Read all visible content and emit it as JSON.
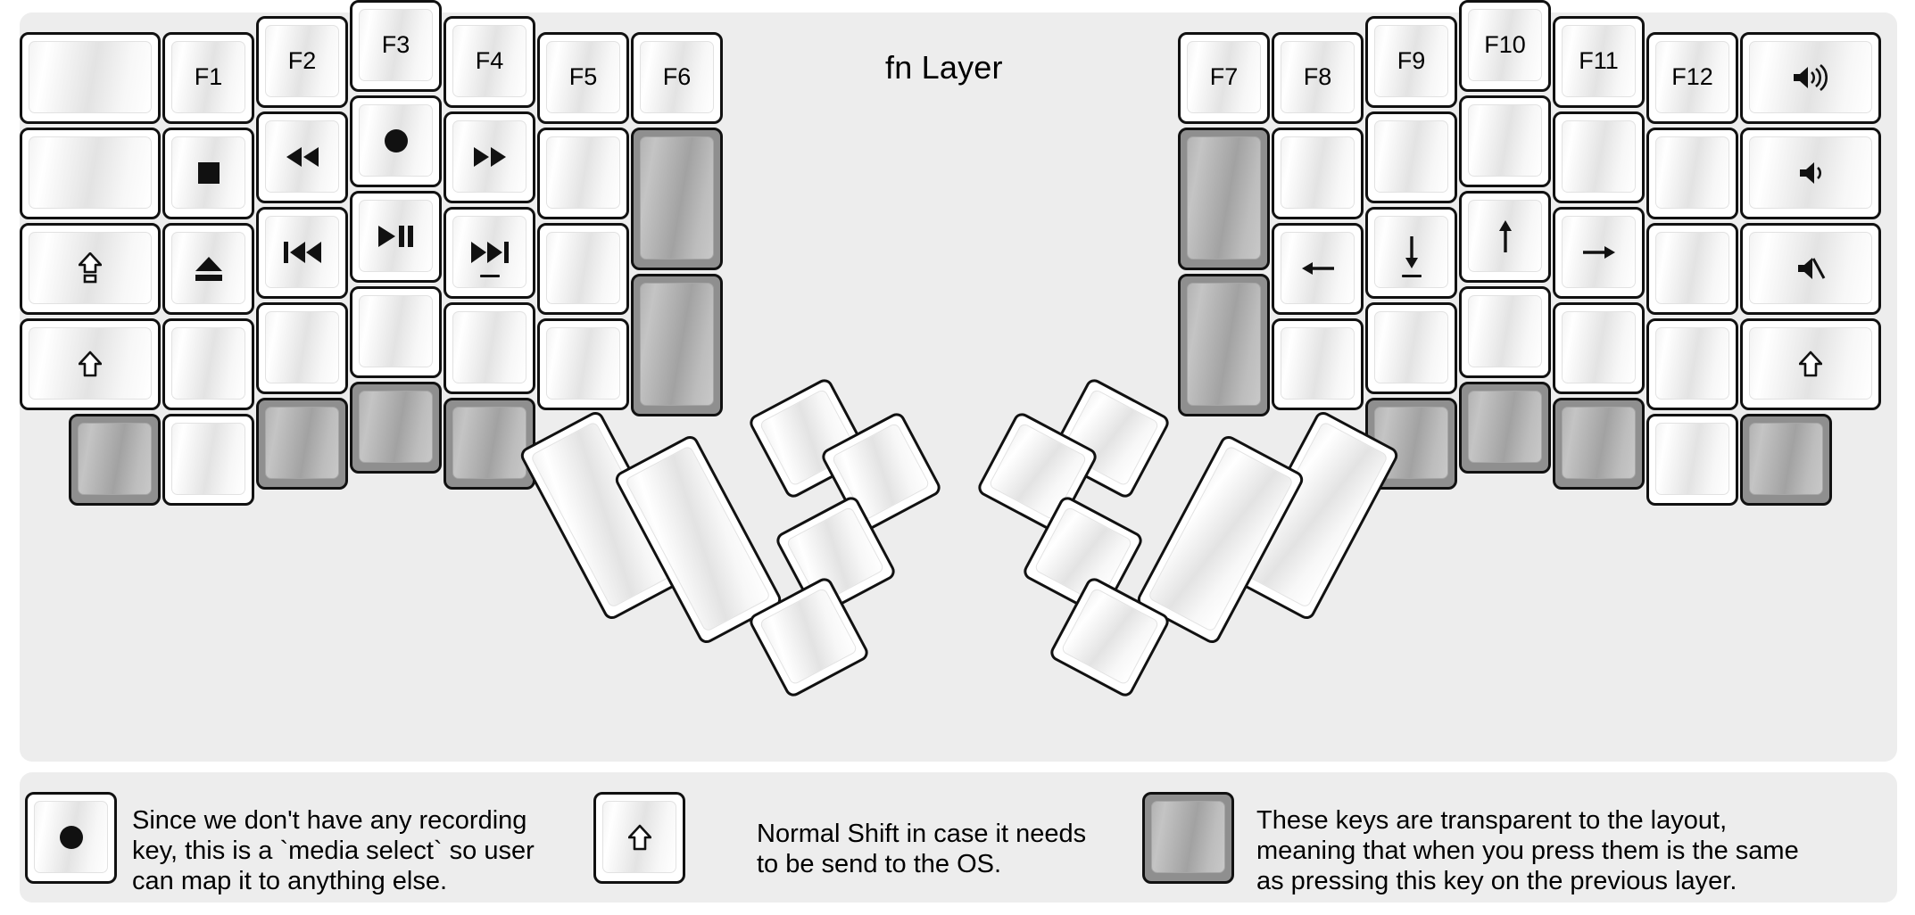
{
  "title": "fn Layer",
  "colors": {
    "background": "#ededed",
    "key_face": "#ffffff",
    "key_border": "#111111",
    "transparent_key": "#8f8f8f"
  },
  "left_half": {
    "columns": [
      {
        "name": "col-outer-left",
        "keys": [
          {
            "label": "",
            "icon": "",
            "type": "normal"
          },
          {
            "label": "",
            "icon": "",
            "type": "normal"
          },
          {
            "label": "",
            "icon": "shift-caps-icon",
            "type": "normal"
          },
          {
            "label": "",
            "icon": "shift-icon",
            "type": "normal"
          },
          {
            "label": "",
            "icon": "",
            "type": "transparent"
          }
        ]
      },
      {
        "name": "col-f1",
        "keys": [
          {
            "label": "F1",
            "icon": "",
            "type": "normal"
          },
          {
            "label": "",
            "icon": "stop-icon",
            "type": "normal"
          },
          {
            "label": "",
            "icon": "eject-icon",
            "type": "normal"
          },
          {
            "label": "",
            "icon": "",
            "type": "normal"
          },
          {
            "label": "",
            "icon": "",
            "type": "normal"
          }
        ]
      },
      {
        "name": "col-f2",
        "keys": [
          {
            "label": "F2",
            "icon": "",
            "type": "normal"
          },
          {
            "label": "",
            "icon": "rewind-icon",
            "type": "normal"
          },
          {
            "label": "",
            "icon": "previous-track-icon",
            "type": "normal"
          },
          {
            "label": "",
            "icon": "",
            "type": "normal"
          },
          {
            "label": "",
            "icon": "",
            "type": "transparent"
          }
        ]
      },
      {
        "name": "col-f3",
        "keys": [
          {
            "label": "F3",
            "icon": "",
            "type": "normal"
          },
          {
            "label": "",
            "icon": "record-icon",
            "type": "normal"
          },
          {
            "label": "",
            "icon": "play-pause-icon",
            "type": "normal"
          },
          {
            "label": "",
            "icon": "",
            "type": "normal"
          },
          {
            "label": "",
            "icon": "",
            "type": "transparent"
          }
        ]
      },
      {
        "name": "col-f4",
        "keys": [
          {
            "label": "F4",
            "icon": "",
            "type": "normal"
          },
          {
            "label": "",
            "icon": "fast-forward-icon",
            "type": "normal"
          },
          {
            "label": "",
            "icon": "next-track-icon",
            "type": "normal",
            "underline": true
          },
          {
            "label": "",
            "icon": "",
            "type": "normal"
          },
          {
            "label": "",
            "icon": "",
            "type": "transparent"
          }
        ]
      },
      {
        "name": "col-f5",
        "keys": [
          {
            "label": "F5",
            "icon": "",
            "type": "normal"
          },
          {
            "label": "",
            "icon": "",
            "type": "normal"
          },
          {
            "label": "",
            "icon": "",
            "type": "normal"
          },
          {
            "label": "",
            "icon": "",
            "type": "normal"
          }
        ]
      },
      {
        "name": "col-f6",
        "keys": [
          {
            "label": "F6",
            "icon": "",
            "type": "normal"
          },
          {
            "label": "",
            "icon": "",
            "type": "transparent"
          },
          {
            "label": "",
            "icon": "",
            "type": "transparent"
          }
        ]
      }
    ],
    "thumb_cluster": {
      "name": "left-thumb-cluster",
      "keys": [
        {
          "label": "",
          "icon": "",
          "type": "normal",
          "size": "2u"
        },
        {
          "label": "",
          "icon": "",
          "type": "normal",
          "size": "2u"
        },
        {
          "label": "",
          "icon": "",
          "type": "normal",
          "size": "1u"
        },
        {
          "label": "",
          "icon": "",
          "type": "normal",
          "size": "1u"
        },
        {
          "label": "",
          "icon": "",
          "type": "normal",
          "size": "1u"
        }
      ]
    }
  },
  "right_half": {
    "columns": [
      {
        "name": "col-f7",
        "keys": [
          {
            "label": "F7",
            "icon": "",
            "type": "normal"
          },
          {
            "label": "",
            "icon": "",
            "type": "transparent"
          },
          {
            "label": "",
            "icon": "",
            "type": "transparent"
          }
        ]
      },
      {
        "name": "col-f8",
        "keys": [
          {
            "label": "F8",
            "icon": "",
            "type": "normal"
          },
          {
            "label": "",
            "icon": "",
            "type": "normal"
          },
          {
            "label": "",
            "icon": "arrow-left-icon",
            "type": "normal"
          },
          {
            "label": "",
            "icon": "",
            "type": "normal"
          }
        ]
      },
      {
        "name": "col-f9",
        "keys": [
          {
            "label": "F9",
            "icon": "",
            "type": "normal"
          },
          {
            "label": "",
            "icon": "",
            "type": "normal"
          },
          {
            "label": "",
            "icon": "arrow-down-icon",
            "type": "normal",
            "underline": true
          },
          {
            "label": "",
            "icon": "",
            "type": "normal"
          },
          {
            "label": "",
            "icon": "",
            "type": "transparent"
          }
        ]
      },
      {
        "name": "col-f10",
        "keys": [
          {
            "label": "F10",
            "icon": "",
            "type": "normal"
          },
          {
            "label": "",
            "icon": "",
            "type": "normal"
          },
          {
            "label": "",
            "icon": "arrow-up-icon",
            "type": "normal"
          },
          {
            "label": "",
            "icon": "",
            "type": "normal"
          },
          {
            "label": "",
            "icon": "",
            "type": "transparent"
          }
        ]
      },
      {
        "name": "col-f11",
        "keys": [
          {
            "label": "F11",
            "icon": "",
            "type": "normal"
          },
          {
            "label": "",
            "icon": "",
            "type": "normal"
          },
          {
            "label": "",
            "icon": "arrow-right-icon",
            "type": "normal"
          },
          {
            "label": "",
            "icon": "",
            "type": "normal"
          },
          {
            "label": "",
            "icon": "",
            "type": "transparent"
          }
        ]
      },
      {
        "name": "col-f12",
        "keys": [
          {
            "label": "F12",
            "icon": "",
            "type": "normal"
          },
          {
            "label": "",
            "icon": "",
            "type": "normal"
          },
          {
            "label": "",
            "icon": "",
            "type": "normal"
          },
          {
            "label": "",
            "icon": "",
            "type": "normal"
          },
          {
            "label": "",
            "icon": "",
            "type": "normal"
          }
        ]
      },
      {
        "name": "col-outer-right",
        "keys": [
          {
            "label": "",
            "icon": "volume-up-icon",
            "type": "normal"
          },
          {
            "label": "",
            "icon": "volume-down-icon",
            "type": "normal"
          },
          {
            "label": "",
            "icon": "volume-mute-icon",
            "type": "normal"
          },
          {
            "label": "",
            "icon": "shift-icon",
            "type": "normal"
          },
          {
            "label": "",
            "icon": "",
            "type": "transparent"
          }
        ]
      }
    ],
    "thumb_cluster": {
      "name": "right-thumb-cluster",
      "keys": [
        {
          "label": "",
          "icon": "",
          "type": "normal",
          "size": "1u"
        },
        {
          "label": "",
          "icon": "",
          "type": "normal",
          "size": "1u"
        },
        {
          "label": "",
          "icon": "",
          "type": "normal",
          "size": "1u"
        },
        {
          "label": "",
          "icon": "",
          "type": "normal",
          "size": "2u"
        },
        {
          "label": "",
          "icon": "",
          "type": "normal",
          "size": "2u"
        }
      ]
    }
  },
  "legend": [
    {
      "key_icon": "record-icon",
      "key_type": "normal",
      "text": "Since we don't have any recording\nkey, this is a `media select` so user\ncan map it to anything else."
    },
    {
      "key_icon": "shift-icon",
      "key_type": "normal",
      "text": "Normal Shift in case it needs\nto be send to the OS."
    },
    {
      "key_icon": "",
      "key_type": "transparent",
      "text": "These keys are transparent to the layout,\nmeaning that when you press them is the same\nas pressing this key on the previous layer."
    }
  ]
}
